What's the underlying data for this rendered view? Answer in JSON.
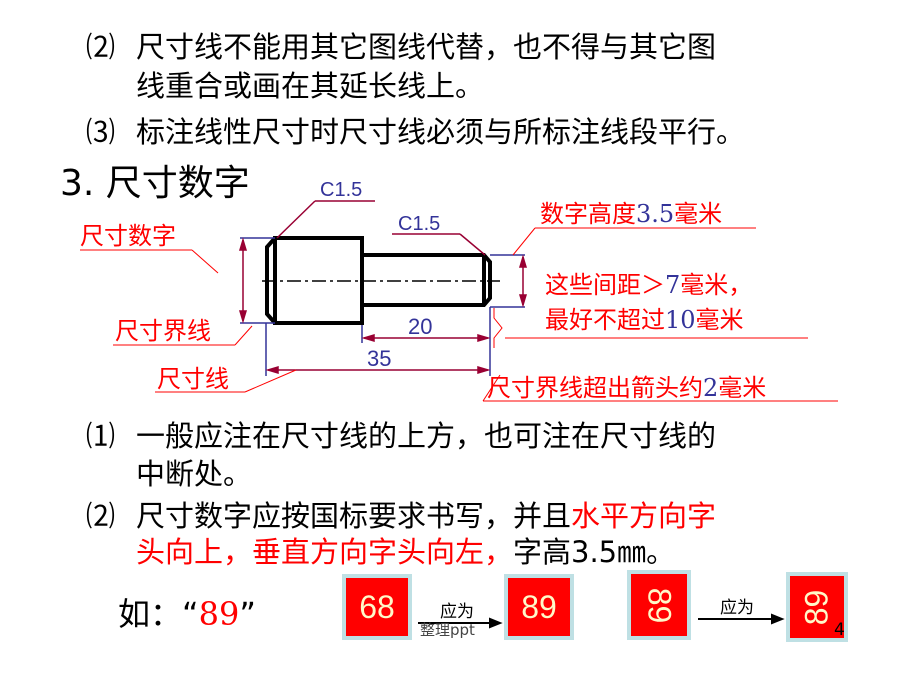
{
  "rules_top": {
    "item2_num": "⑵",
    "item2_line1": "尺寸线不能用其它图线代替，也不得与其它图",
    "item2_line2": "线重合或画在其延长线上。",
    "item3_num": "⑶",
    "item3_line1": "标注线性尺寸时尺寸线必须与所标注线段平行。"
  },
  "section_title": "3. 尺寸数字",
  "diagram": {
    "chamfer_left": "C1.5",
    "chamfer_right": "C1.5",
    "dim_20": "20",
    "dim_35": "35",
    "label_dim_number": "尺寸数字",
    "label_ext_line": "尺寸界线",
    "label_dim_line": "尺寸线",
    "note_height_a": "数字高度",
    "note_height_b": "3.5",
    "note_height_c": "毫米",
    "note_gap1_a": "这些间距＞",
    "note_gap1_b": "7",
    "note_gap1_c": "毫米，",
    "note_gap2_a": "最好不超过",
    "note_gap2_b": "10",
    "note_gap2_c": "毫米",
    "note_ext_a": "尺寸界线超出箭头约",
    "note_ext_b": "2",
    "note_ext_c": "毫米"
  },
  "rules_bottom": {
    "item1_num": "⑴",
    "item1_line1": "一般应注在尺寸线的上方，也可注在尺寸线的",
    "item1_line2": "中断处。",
    "item2_num": "⑵",
    "item2_line1_black": "尺寸数字应按国标要求书写，并且",
    "item2_line1_red": "水平方向字",
    "item2_line2_red": "头向上，垂直方向字头向左，",
    "item2_line2_black": "字高3.5㎜。"
  },
  "example": {
    "prefix": "如：",
    "quote_open": "“",
    "value": "89",
    "quote_close": "”",
    "wrong_horizontal": "68",
    "correct_horizontal": "89",
    "wrong_vertical": "89",
    "correct_vertical": "89",
    "arrow_label": "应为",
    "watermark": "整理ppt"
  },
  "page_number": "4",
  "colors": {
    "red": "#ff0000",
    "blue": "#333399",
    "dim_line": "#990033",
    "box_border": "#bfe0e4"
  }
}
